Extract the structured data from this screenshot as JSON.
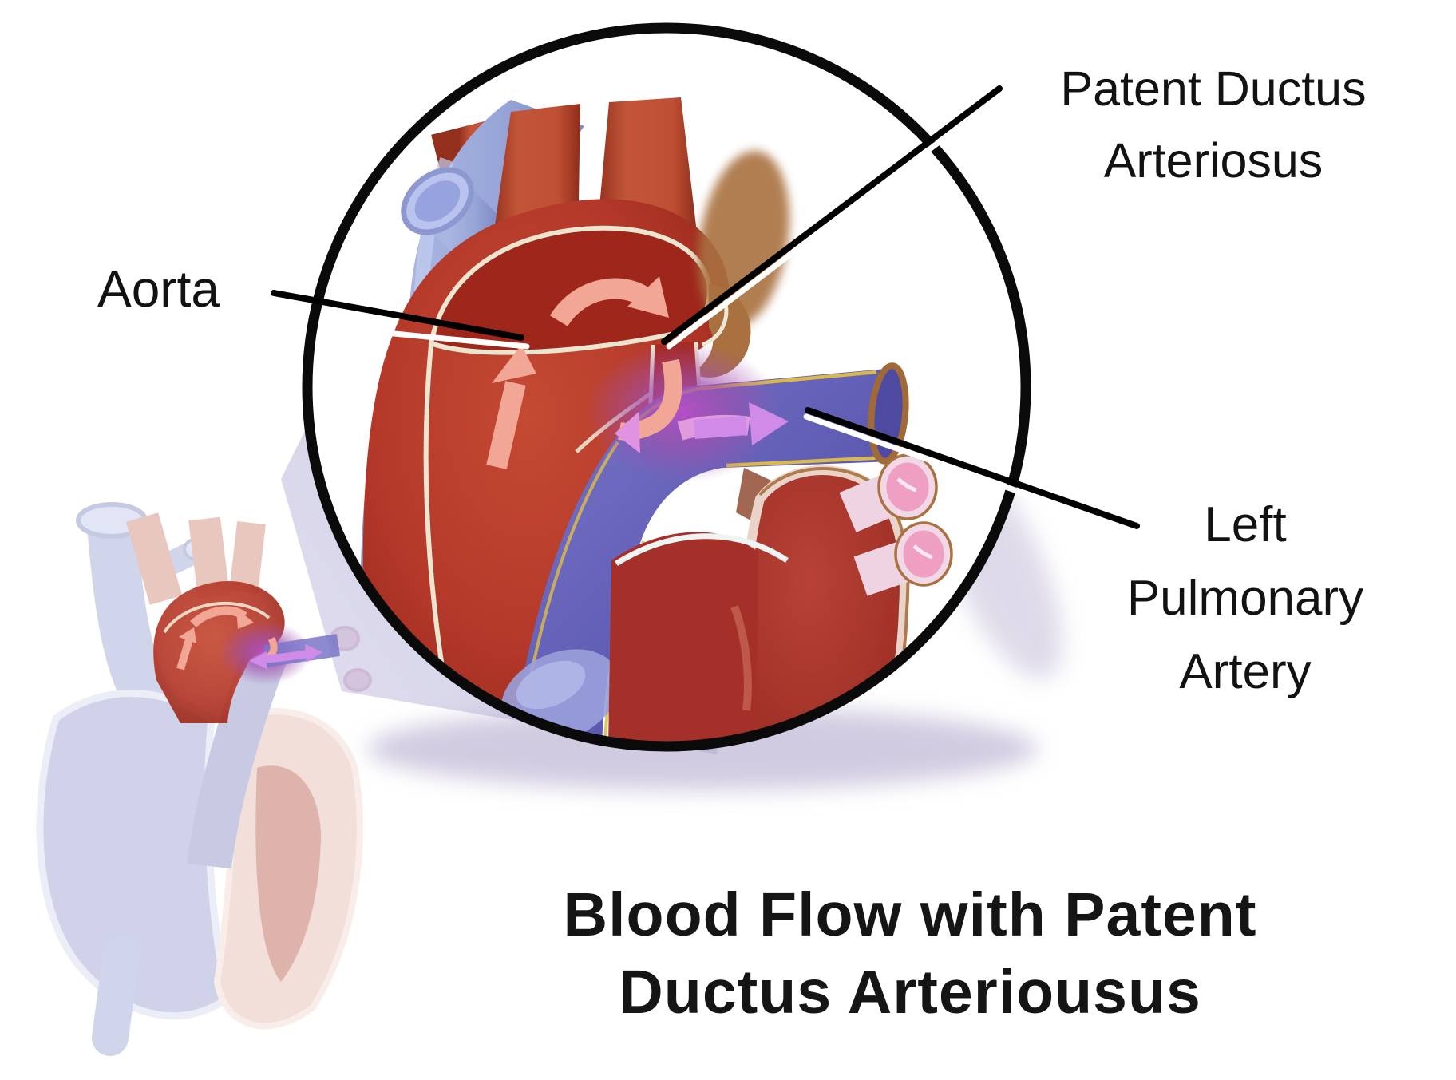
{
  "diagram": {
    "kind": "medical illustration",
    "subject": "Heart with magnified view of a patent ductus arteriosus shunt between the aorta and the left pulmonary artery"
  },
  "title": {
    "line1": "Blood Flow with Patent",
    "line2": "Ductus Arteriousus"
  },
  "labels": {
    "aorta": "Aorta",
    "pda1": "Patent Ductus",
    "pda2": "Arteriosus",
    "lpa1": "Left",
    "lpa2": "Pulmonary",
    "lpa3": "Artery"
  },
  "colors": {
    "aorta_red": "#b5392a",
    "aorta_lumen_dark_red": "#9e261b",
    "artery_branch_red": "#bf5034",
    "pulmonary_blue": "#5f5cb4",
    "svc_light_blue": "#98a6d8",
    "shunt_glow_purple": "#a14fae",
    "flow_arrow_salmon": "#f2a796",
    "flow_arrow_violet": "#d08ae8",
    "pulmonary_vein_pink": "#efa5c5",
    "vessel_wall_cream": "#ece5cf",
    "vessel_wall_yellow": "#d9b94e",
    "cut_edge_tan": "#a9713f",
    "magnifier_outline": "#0a0a0a",
    "shadow_lavender": "#b2a9cc",
    "background": "#ffffff"
  }
}
